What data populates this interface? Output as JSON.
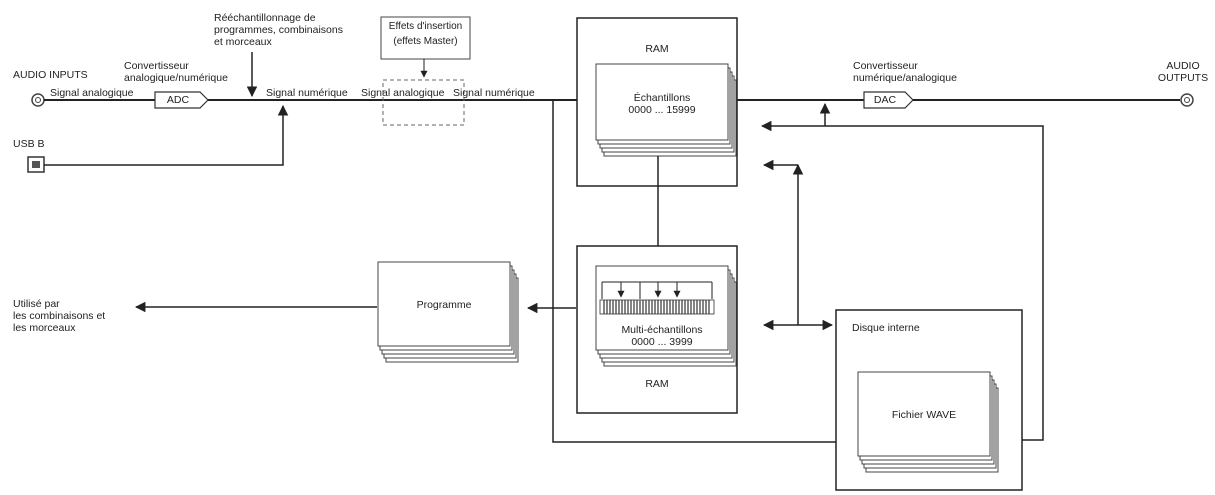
{
  "labels": {
    "audio_inputs": "AUDIO INPUTS",
    "signal_analogique_in": "Signal analogique",
    "conv_adc": [
      "Convertisseur",
      "analogique/numérique"
    ],
    "adc": "ADC",
    "reechantillonnage": [
      "Rééchantillonnage de",
      "programmes, combinaisons",
      "et morceaux"
    ],
    "usb_b": "USB B",
    "signal_numerique_1": "Signal numérique",
    "signal_analogique_mid": "Signal analogique",
    "signal_numerique_2": "Signal numérique",
    "effets_insertion": [
      "Effets d'insertion",
      "(effets Master)"
    ],
    "ram_top": "RAM",
    "echantillons": [
      "Échantillons",
      "0000 ... 15999"
    ],
    "conv_dac": [
      "Convertisseur",
      "numérique/analogique"
    ],
    "dac": "DAC",
    "audio_outputs": [
      "AUDIO",
      "OUTPUTS"
    ],
    "utilise_par": [
      "Utilisé par",
      "les combinaisons et",
      "les morceaux"
    ],
    "programme": "Programme",
    "multi_echantillons": [
      "Multi-échantillons",
      "0000 ... 3999"
    ],
    "ram_bottom": "RAM",
    "disque_interne": "Disque interne",
    "fichier_wave": "Fichier WAVE"
  }
}
